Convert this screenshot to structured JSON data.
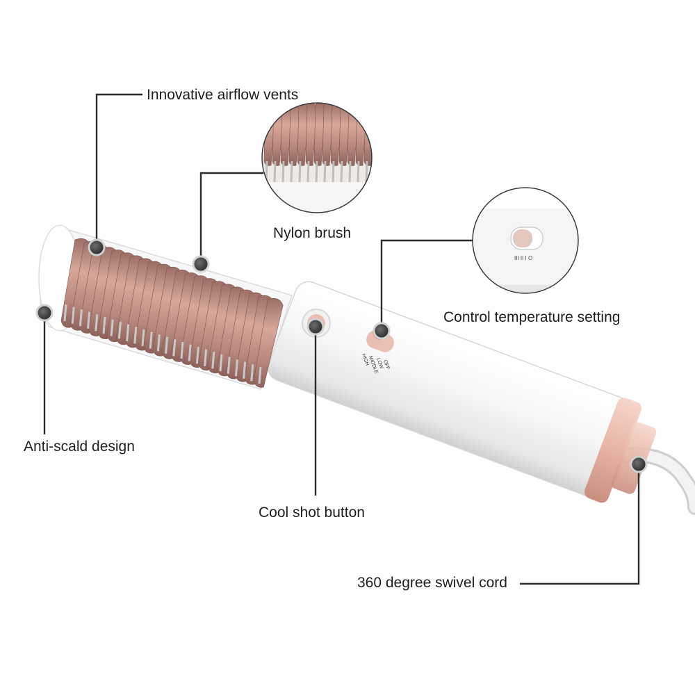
{
  "image": {
    "subject": "hair-dryer-brush",
    "accent_color": "#e4b3a5",
    "body_color": "#f6f6f6",
    "bristle_color": "#b4827a"
  },
  "callouts": {
    "airflow": "Innovative airflow vents",
    "nylon": "Nylon brush",
    "control": "Control temperature setting",
    "antiscald": "Anti-scald design",
    "coolshot": "Cool shot button",
    "cord": "360 degree swivel cord"
  },
  "switch_labels": {
    "high": "HIGH",
    "middle": "MIDDLE",
    "low": "LOW",
    "off": "OFF"
  },
  "zoom_switch_marks": "III II I O"
}
